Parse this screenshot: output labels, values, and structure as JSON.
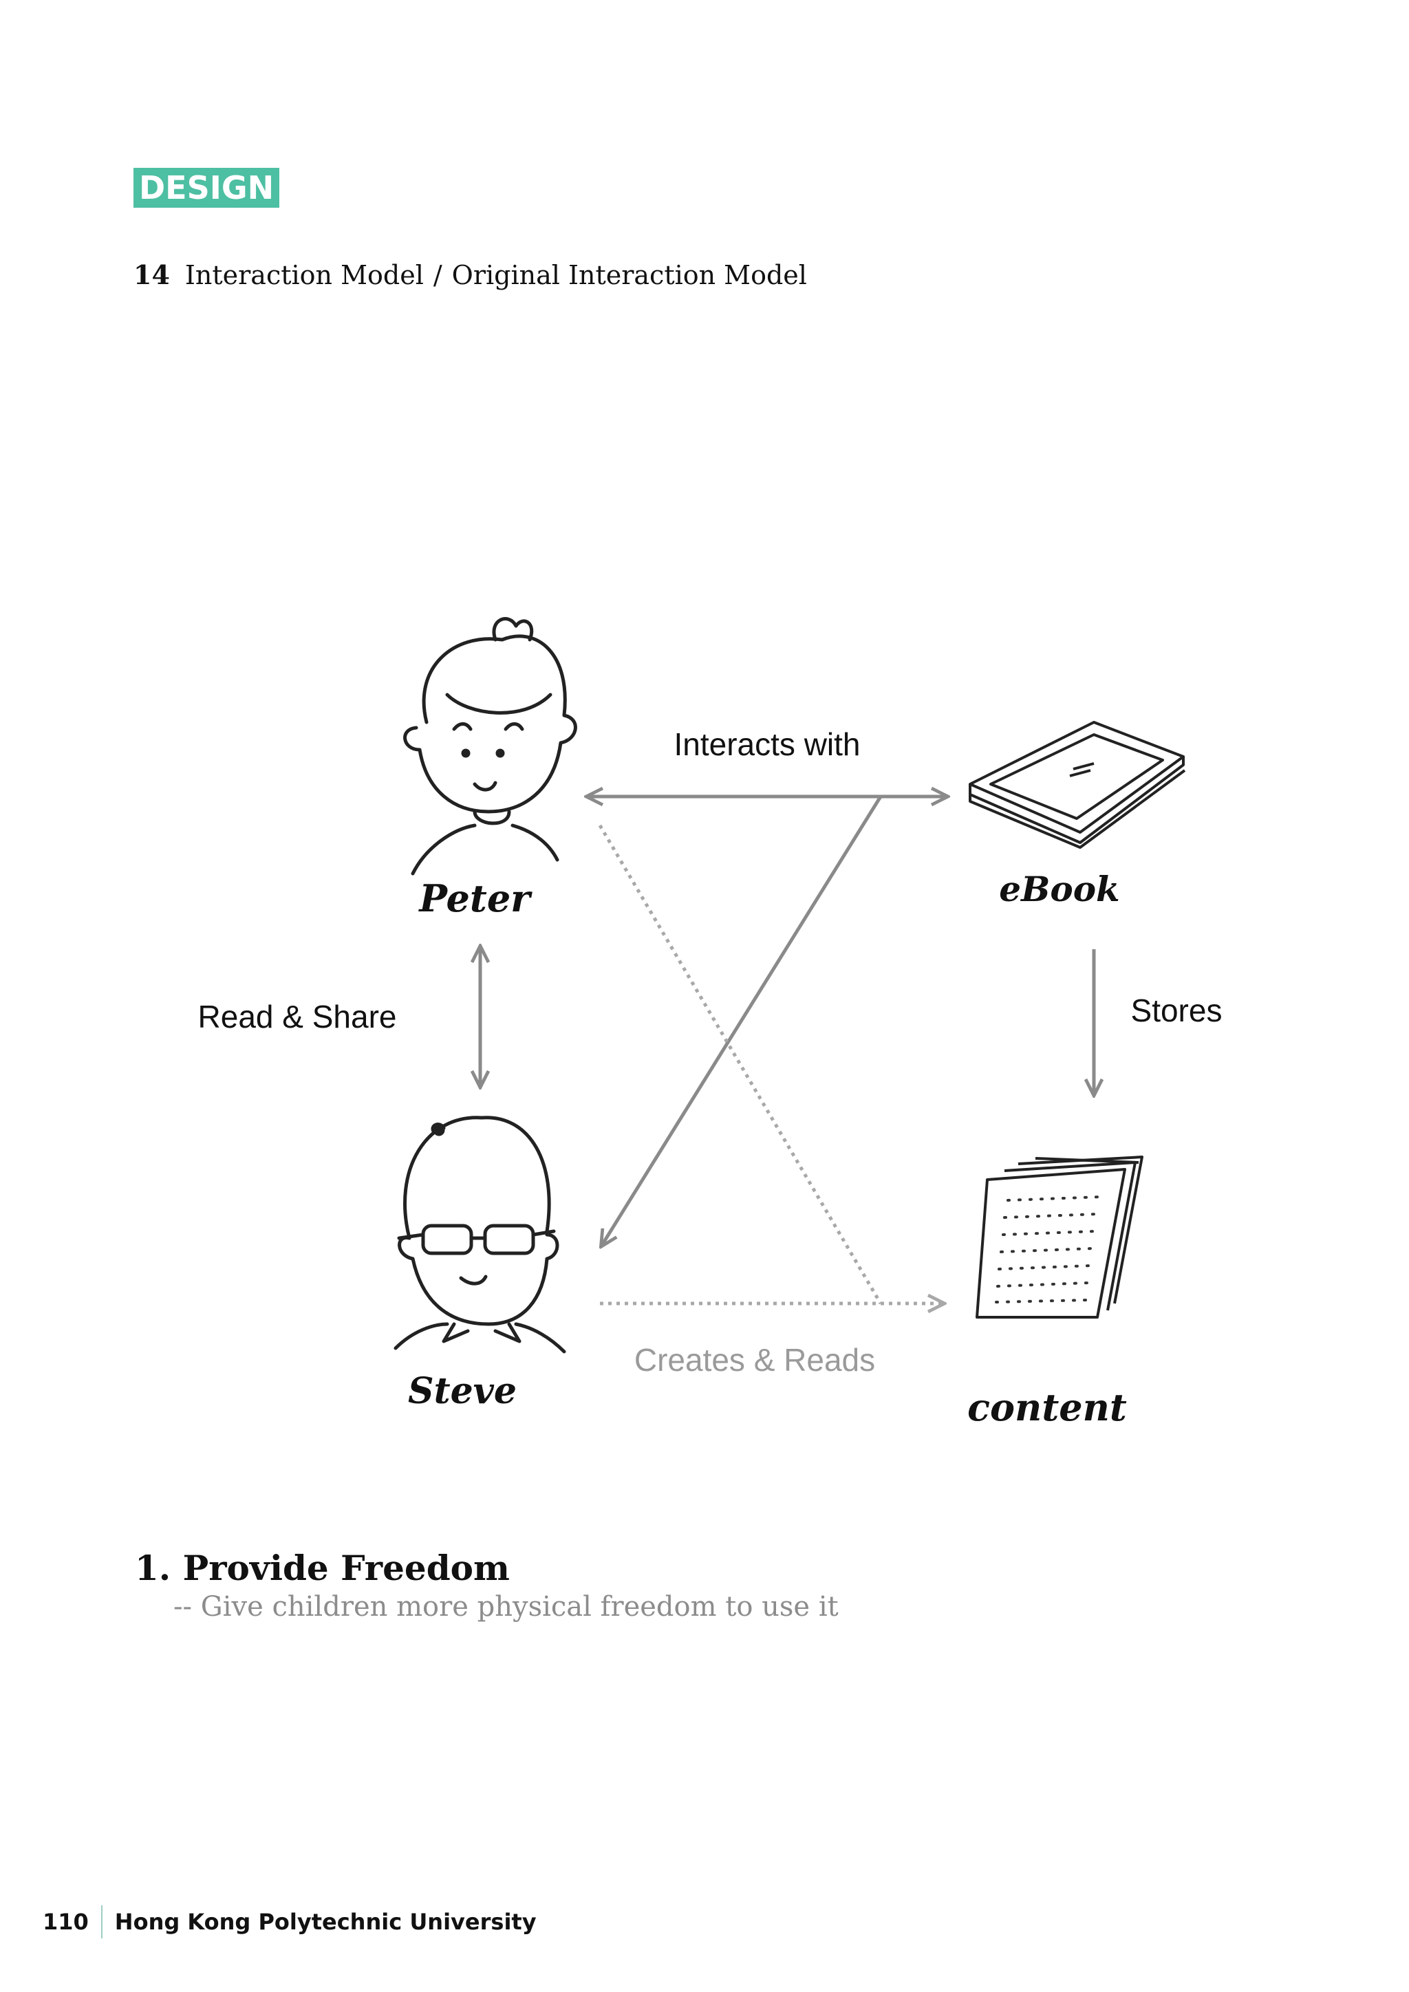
{
  "section_tag": "DESIGN",
  "heading": {
    "number": "14",
    "title": "Interaction Model",
    "separator": "/",
    "subtitle": "Original Interaction Model"
  },
  "diagram": {
    "nodes": {
      "peter": "Peter",
      "ebook": "eBook",
      "steve": "Steve",
      "content": "content"
    },
    "edges": {
      "interacts_with": "Interacts with",
      "read_share": "Read & Share",
      "stores": "Stores",
      "creates_reads": "Creates & Reads"
    },
    "colors": {
      "arrow": "#8a8a8a",
      "dotted": "#a8a8a8",
      "creates_label": "#9a9a9a"
    }
  },
  "principle": {
    "title": "1. Provide Freedom",
    "subtitle": "-- Give children more physical freedom to use it"
  },
  "footer": {
    "page_number": "110",
    "university": "Hong Kong Polytechnic University"
  },
  "colors": {
    "accent": "#4dbfa2"
  }
}
